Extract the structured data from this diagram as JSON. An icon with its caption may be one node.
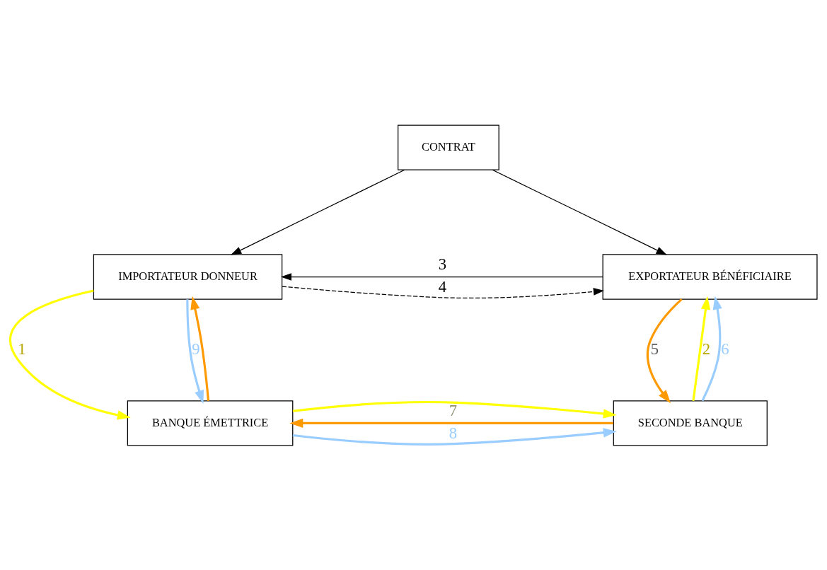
{
  "diagram": {
    "nodes": [
      {
        "text": [
          "CONTRAT"
        ]
      },
      {
        "text": [
          "IMPORTATEUR DONNEUR"
        ]
      },
      {
        "text": [
          "EXPORTATEUR BÉNÉFICIAIRE"
        ]
      },
      {
        "text": [
          "BANQUE ÉMETTRICE"
        ]
      },
      {
        "text": [
          "SECONDE BANQUE"
        ]
      }
    ],
    "edges": [
      {
        "from": 0,
        "to": 1,
        "arrow": "to"
      },
      {
        "from": 0,
        "to": 2,
        "arrow": "to"
      },
      {
        "from": 2,
        "to": 1,
        "arrow": "to",
        "label": "3"
      },
      {
        "from": 1,
        "to": 2,
        "arrow": "to",
        "label": "4",
        "style": "dashed"
      },
      {
        "from": 1,
        "to": 3,
        "arrow": "to",
        "label": "1",
        "color": "#ffff00"
      },
      {
        "from": 3,
        "to": 4,
        "arrow": "to",
        "color": "#ffff00"
      },
      {
        "from": 4,
        "to": 2,
        "arrow": "to",
        "label": "2",
        "color": "#ffff00"
      },
      {
        "from": 2,
        "to": 4,
        "arrow": "to",
        "label": "5",
        "color": "#ff9900"
      },
      {
        "from": 4,
        "to": 3,
        "arrow": "to",
        "label": "7",
        "color": "#ff9900"
      },
      {
        "from": 3,
        "to": 1,
        "arrow": "to",
        "color": "#ff9900"
      },
      {
        "from": 1,
        "to": 3,
        "arrow": "to",
        "label": "9",
        "color": "#99ccff"
      },
      {
        "from": 3,
        "to": 4,
        "arrow": "to",
        "label": "8",
        "color": "#99ccff"
      },
      {
        "from": 4,
        "to": 2,
        "arrow": "to",
        "label": "6",
        "color": "#99ccff"
      }
    ]
  }
}
